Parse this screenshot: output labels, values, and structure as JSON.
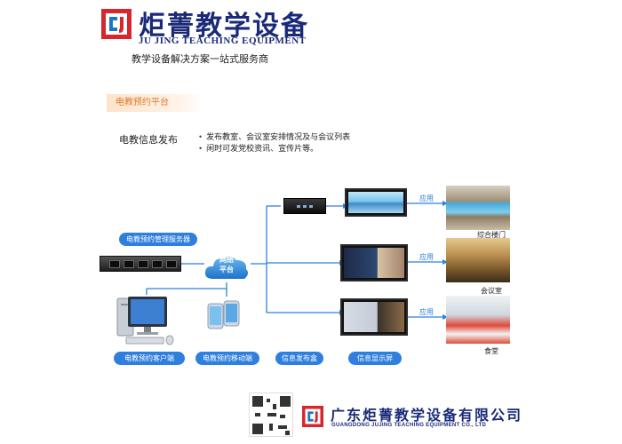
{
  "header": {
    "brand_cn": "炬菁教学设备",
    "brand_en": "JU JING TEACHING EQUIPMENT",
    "slogan": "教学设备解决方案一站式服务商"
  },
  "section": {
    "tab_label": "电教预约平台",
    "info_title": "电教信息发布",
    "bullets": [
      "发布教室、会议室安排情况及与会议列表",
      "闲时可发党校资讯、宣传片等。"
    ]
  },
  "diagram": {
    "server_label": "电教预约管理服务器",
    "network_line1": "网络",
    "network_line2": "平台",
    "client_label": "电教预约客户端",
    "mobile_label": "电教预约移动端",
    "box_label": "信息发布盒",
    "display_label": "信息显示屏",
    "apply_label": "应用",
    "rooms": [
      "综合楼门",
      "会议室",
      "食堂"
    ]
  },
  "footer": {
    "company_cn": "广东炬菁教学设备有限公司",
    "company_en": "GUANGDONG JUJING TEACHING EQUIPMENT CO., LTD"
  },
  "colors": {
    "brand": "#1a2a78",
    "accent": "#2f7fde",
    "logo_red": "#d7262e",
    "tab_text": "#e07a2a"
  }
}
